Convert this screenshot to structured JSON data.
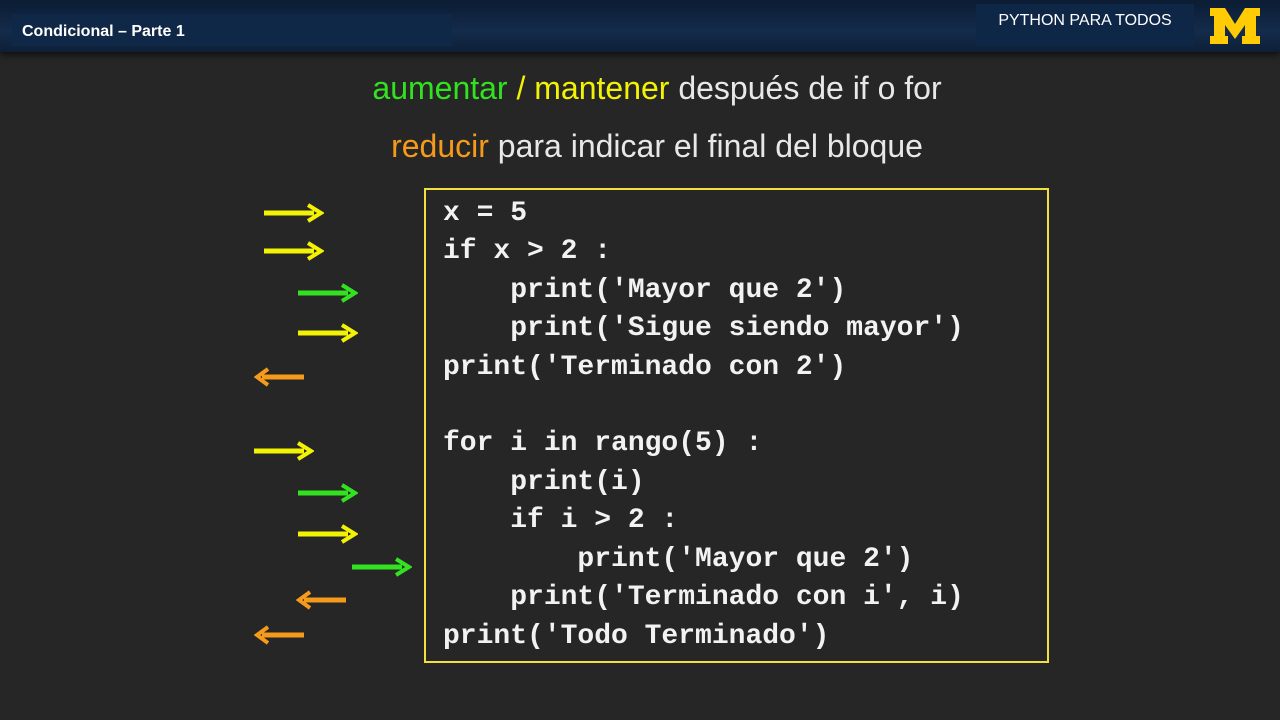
{
  "header": {
    "section_title": "Condicional – Parte 1",
    "course_title": "PYTHON PARA TODOS",
    "logo_icon": "block-m-logo"
  },
  "headings": {
    "line1": {
      "increase": "aumentar",
      "slash": " / ",
      "maintain": "mantener",
      "rest": " después de if o for"
    },
    "line2": {
      "reduce": "reducir",
      "rest": " para indicar el final del bloque"
    }
  },
  "colors": {
    "increase": "#33e21f",
    "maintain": "#f2f205",
    "reduce": "#f59a1a",
    "code_border": "#f0e23a",
    "background": "#262626"
  },
  "code": {
    "block1": [
      "x = 5",
      "if x > 2 :",
      "    print('Mayor que 2')",
      "    print('Sigue siendo mayor')",
      "print('Terminado con 2')"
    ],
    "block2": [
      "for i in rango(5) :",
      "    print(i)",
      "    if i > 2 :",
      "        print('Mayor que 2')",
      "    print('Terminado con i', i)",
      "print('Todo Terminado')"
    ]
  },
  "indent_markers": {
    "block1": [
      "maintain",
      "maintain",
      "increase",
      "maintain",
      "reduce"
    ],
    "block2": [
      "maintain",
      "increase",
      "maintain",
      "increase",
      "reduce",
      "reduce"
    ]
  }
}
